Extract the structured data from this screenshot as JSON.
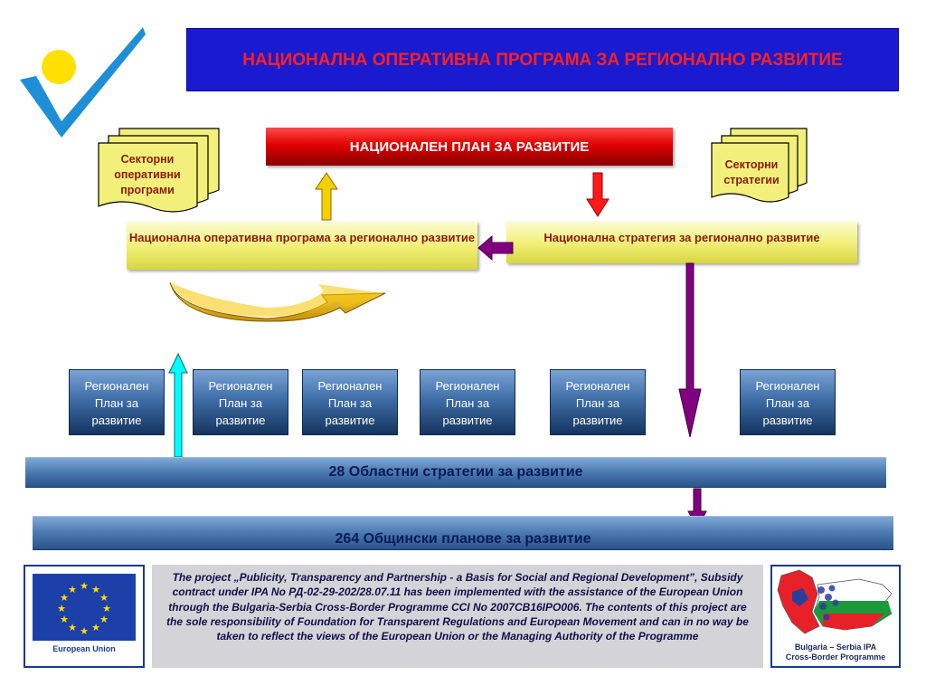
{
  "header": {
    "title": "НАЦИОНАЛНА ОПЕРАТИВНА ПРОГРАМА ЗА РЕГИОНАЛНО РАЗВИТИЕ"
  },
  "diagram": {
    "national_plan": "НАЦИОНАЛЕН ПЛАН ЗА РАЗВИТИЕ",
    "sector_programs": "Секторни оперативни програми",
    "sector_strategies": "Секторни стратегии",
    "operational_program": "Национална оперативна програма за регионално развитие",
    "national_strategy": "Национална стратегия за регионално развитие",
    "regional_plans": [
      "Регионален План за развитие",
      "Регионален План за развитие",
      "Регионален План за развитие",
      "Регионален План за развитие",
      "Регионален План за развитие",
      "Регионален План за развитие"
    ],
    "district_strategies": "28 Областни стратегии за развитие",
    "municipal_plans": "264 Общински планове за развитие"
  },
  "footer": {
    "eu_label": "European Union",
    "disclaimer": "The project „Publicity, Transparency and Partnership - a Basis for Social and Regional Development”, Subsidy contract under IPA No РД-02-29-202/28.07.11 has been implemented with the assistance of the European Union through the Bulgaria-Serbia Cross-Border Programme CCI No 2007CB16IPO006. The contents of this project are the sole responsibility of Foundation for Transparent Regulations and European Movement and can in no way be taken to reflect the views of the European Union or the Managing Authority of the Programme",
    "ipa_label_line1": "Bulgaria – Serbia IPA",
    "ipa_label_line2": "Cross-Border  Programme"
  },
  "colors": {
    "title_bg": "#1a1ad0",
    "title_text": "#ff2020",
    "plan_red": "#e00000",
    "yellow_box": "#f2f07a",
    "box_text": "#8b1a0a",
    "regional_blue": "#3f6ea8",
    "purple_arrow": "#800080",
    "cyan_arrow": "#00ffff",
    "gold_arrow": "#f0c000"
  }
}
